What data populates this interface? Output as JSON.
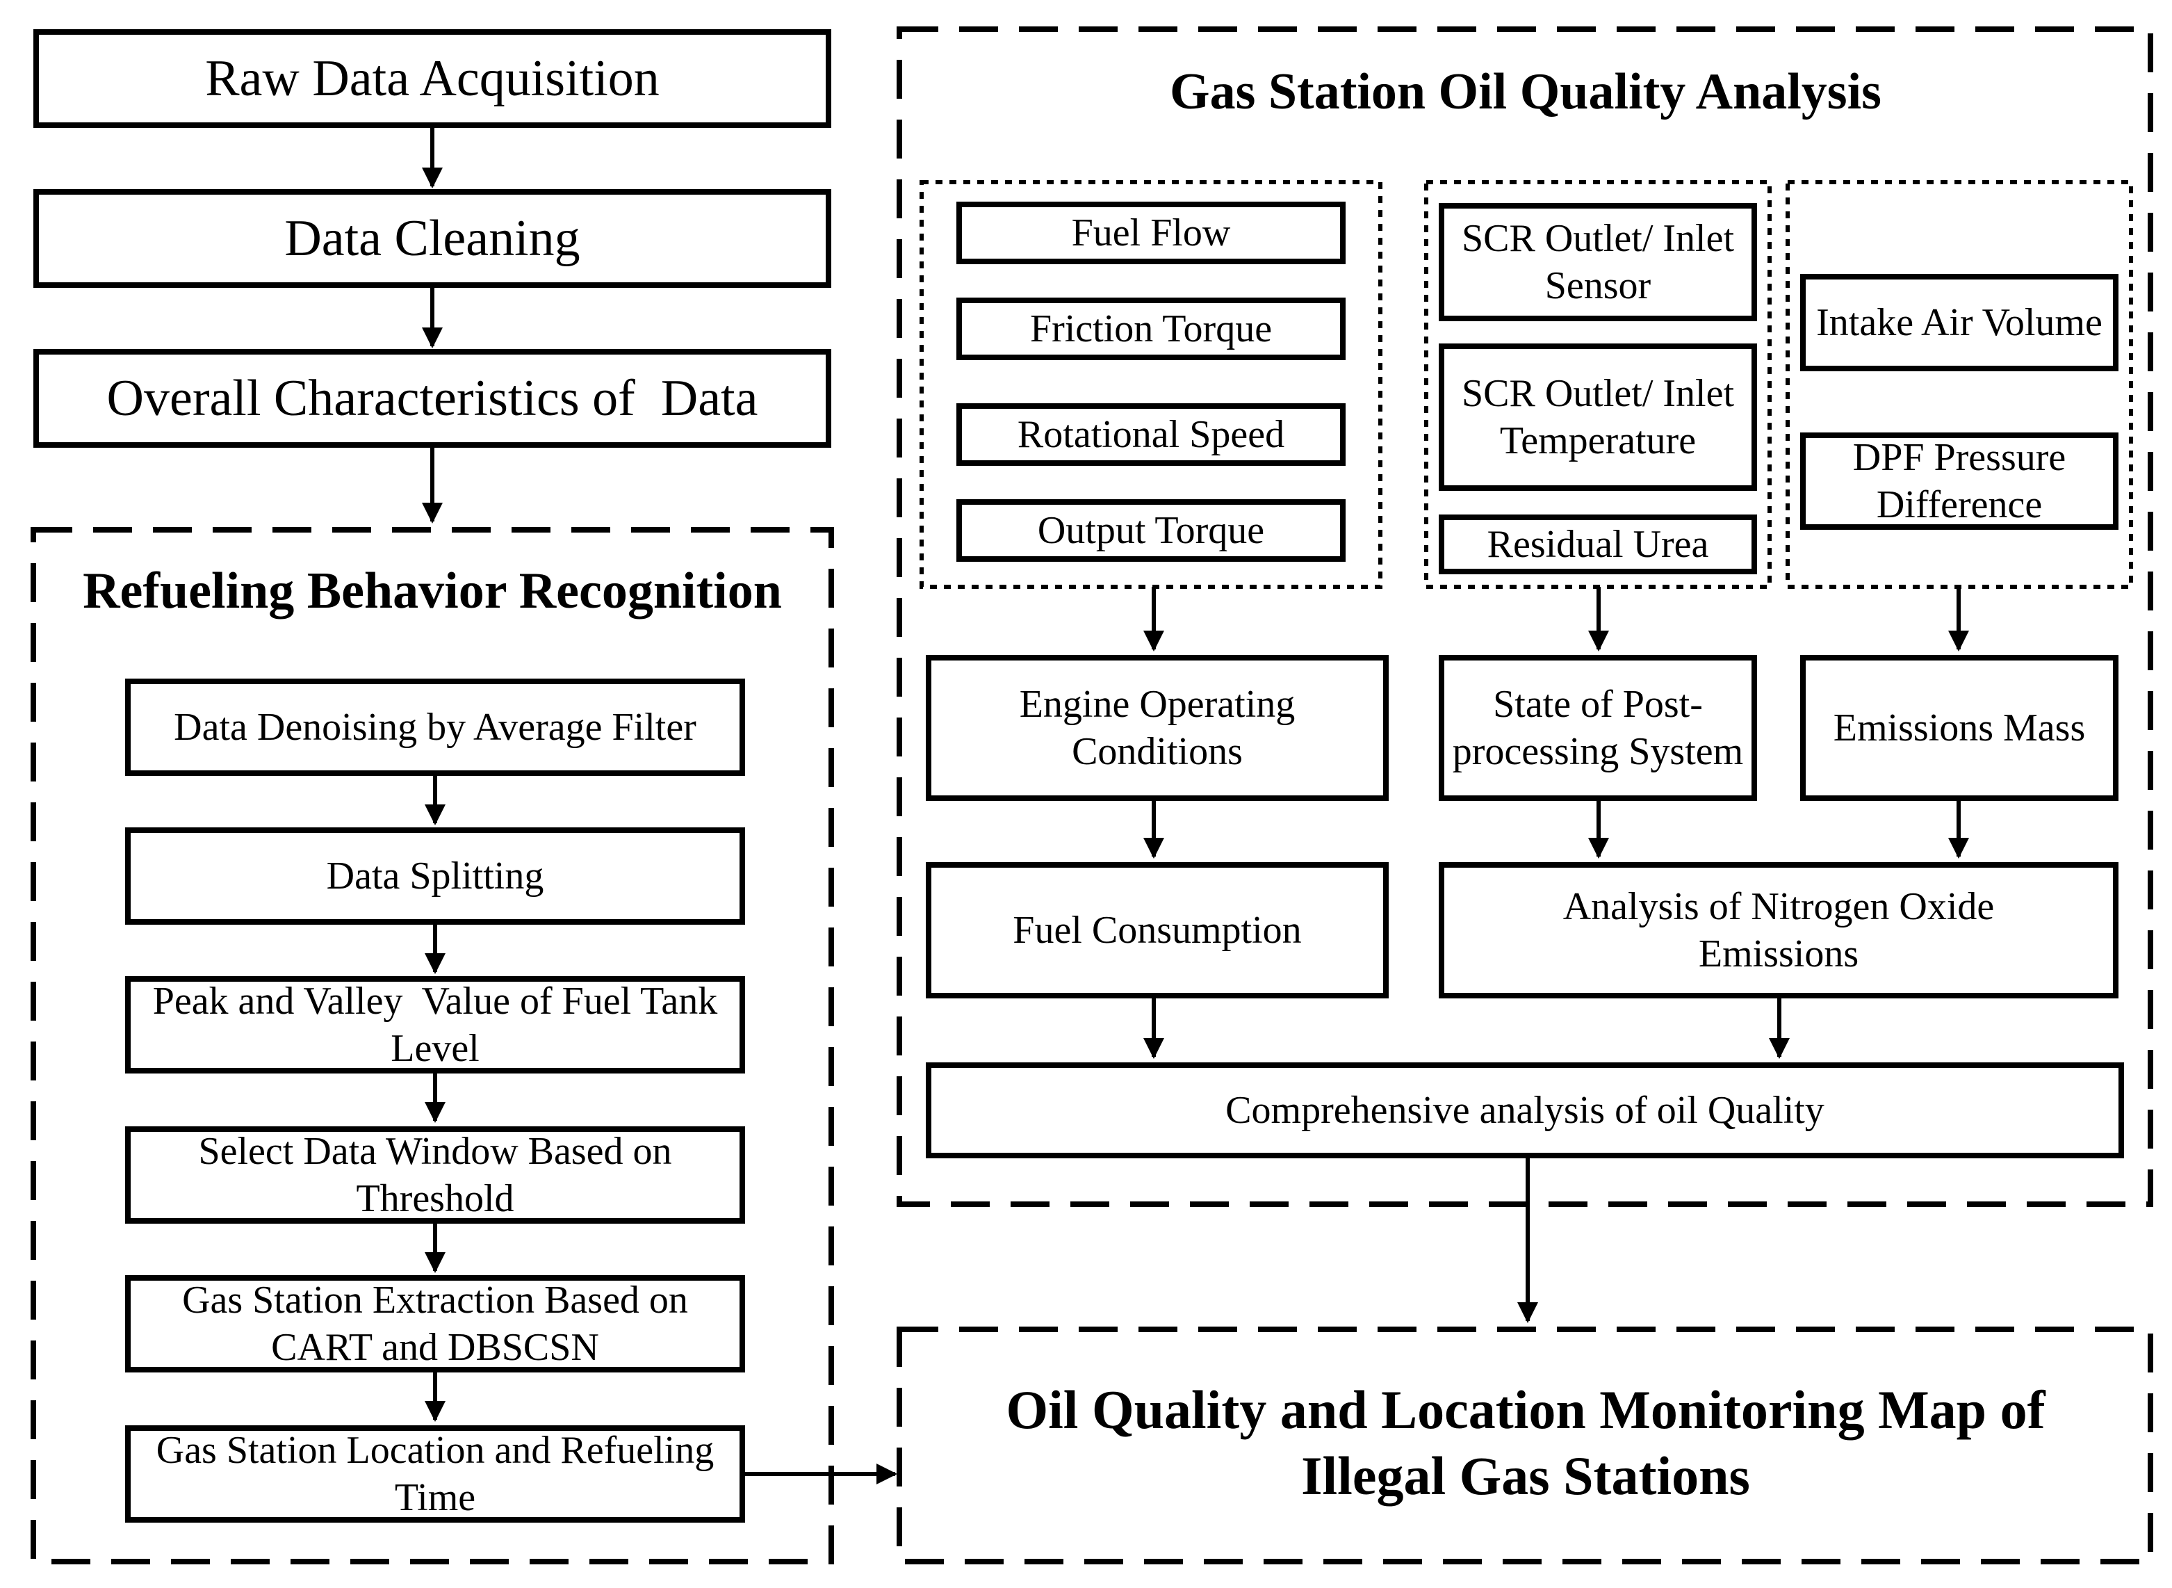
{
  "left_steps": {
    "raw_data_acquisition": "Raw Data Acquisition",
    "data_cleaning": "Data Cleaning",
    "overall_characteristics": "Overall Characteristics of  Data"
  },
  "refueling": {
    "title": "Refueling Behavior Recognition",
    "steps": [
      "Data Denoising by Average Filter",
      "Data Splitting",
      "Peak and Valley  Value of Fuel Tank Level",
      "Select Data Window Based on Threshold",
      "Gas Station Extraction Based on CART and DBSCSN",
      "Gas Station Location and Refueling Time"
    ]
  },
  "analysis": {
    "title": "Gas Station Oil Quality Analysis",
    "engine_inputs": [
      "Fuel Flow",
      "Friction Torque",
      "Rotational Speed",
      "Output Torque"
    ],
    "scr_inputs": [
      "SCR Outlet/ Inlet  Sensor",
      "SCR Outlet/ Inlet Temperature",
      "Residual Urea"
    ],
    "emission_inputs": [
      "Intake Air Volume",
      "DPF Pressure Difference"
    ],
    "engine_conditions": "Engine Operating Conditions",
    "post_processing": "State of Post-processing System",
    "emissions_mass": "Emissions Mass",
    "fuel_consumption": "Fuel Consumption",
    "nox_analysis": "Analysis of Nitrogen Oxide Emissions",
    "comprehensive": "Comprehensive analysis of oil Quality"
  },
  "output": {
    "title": "Oil Quality and Location Monitoring Map of Illegal Gas Stations"
  }
}
